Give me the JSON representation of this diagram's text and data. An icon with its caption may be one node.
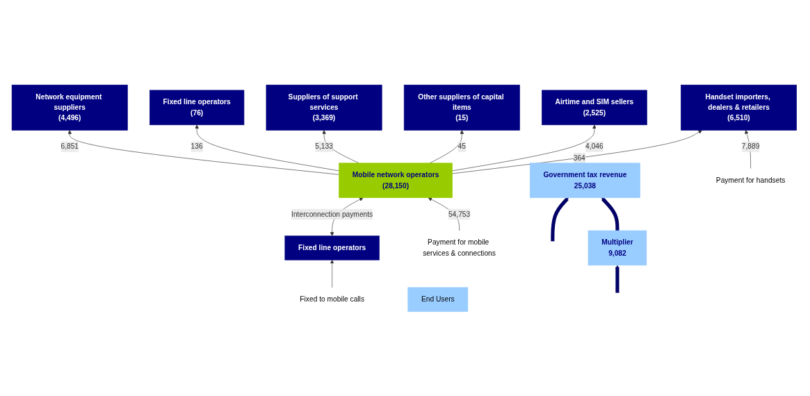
{
  "diagram": {
    "nodes": [
      {
        "text": [
          "Network equipment suppliers",
          "(4,496)"
        ]
      },
      {
        "text": [
          "Fixed line operators",
          "(76)"
        ]
      },
      {
        "text": [
          "Suppliers of support services",
          "(3,369)"
        ]
      },
      {
        "text": [
          "Other suppliers of capital items",
          "(15)"
        ]
      },
      {
        "text": [
          "Multiplier",
          "9,082"
        ]
      },
      {
        "text": [
          "Mobile network operators",
          "(28,150)"
        ]
      },
      {
        "text": [
          "Airtime and SIM sellers",
          "(2,525)"
        ]
      },
      {
        "text": [
          "Government tax revenue",
          "25,038"
        ]
      },
      {
        "text": [
          "Fixed line operators"
        ]
      },
      {
        "text": [
          "Handset importers, dealers & retailers",
          "(6,510)"
        ]
      },
      {
        "text": [
          "Fixed to mobile calls"
        ]
      },
      {
        "text": [
          "Payment for mobile services & connections"
        ]
      },
      {
        "text": [
          "Payment for handsets"
        ]
      },
      {
        "text": [
          "End Users"
        ]
      }
    ],
    "edges": [
      {
        "from": 5,
        "to": 0,
        "arrow": "to",
        "label": "6,851"
      },
      {
        "from": 5,
        "to": 1,
        "arrow": "to",
        "label": "136"
      },
      {
        "from": 5,
        "to": 2,
        "arrow": "to",
        "label": "5,133"
      },
      {
        "from": 5,
        "to": 3,
        "arrow": "to",
        "label": "45"
      },
      {
        "from": 5,
        "to": 6,
        "arrow": "to",
        "label": "4,046"
      },
      {
        "from": 5,
        "to": 9,
        "arrow": "to",
        "label": "364"
      },
      {
        "from": 8,
        "to": 5,
        "arrow": "both",
        "label": "Interconnection payments"
      },
      {
        "from": 10,
        "to": 8,
        "arrow": "to"
      },
      {
        "from": 11,
        "to": 5,
        "arrow": "to",
        "label": "54,753"
      },
      {
        "from": 12,
        "to": 9,
        "arrow": "to",
        "label": "7,889"
      },
      {
        "from": null,
        "to": 4,
        "arrow": "to",
        "style": "thick",
        "color": "#000066"
      },
      {
        "from": null,
        "to": 7,
        "arrow": "to",
        "style": "thick",
        "color": "#000066"
      },
      {
        "from": 4,
        "to": 7,
        "arrow": "to",
        "style": "thick",
        "color": "#000066"
      }
    ]
  }
}
